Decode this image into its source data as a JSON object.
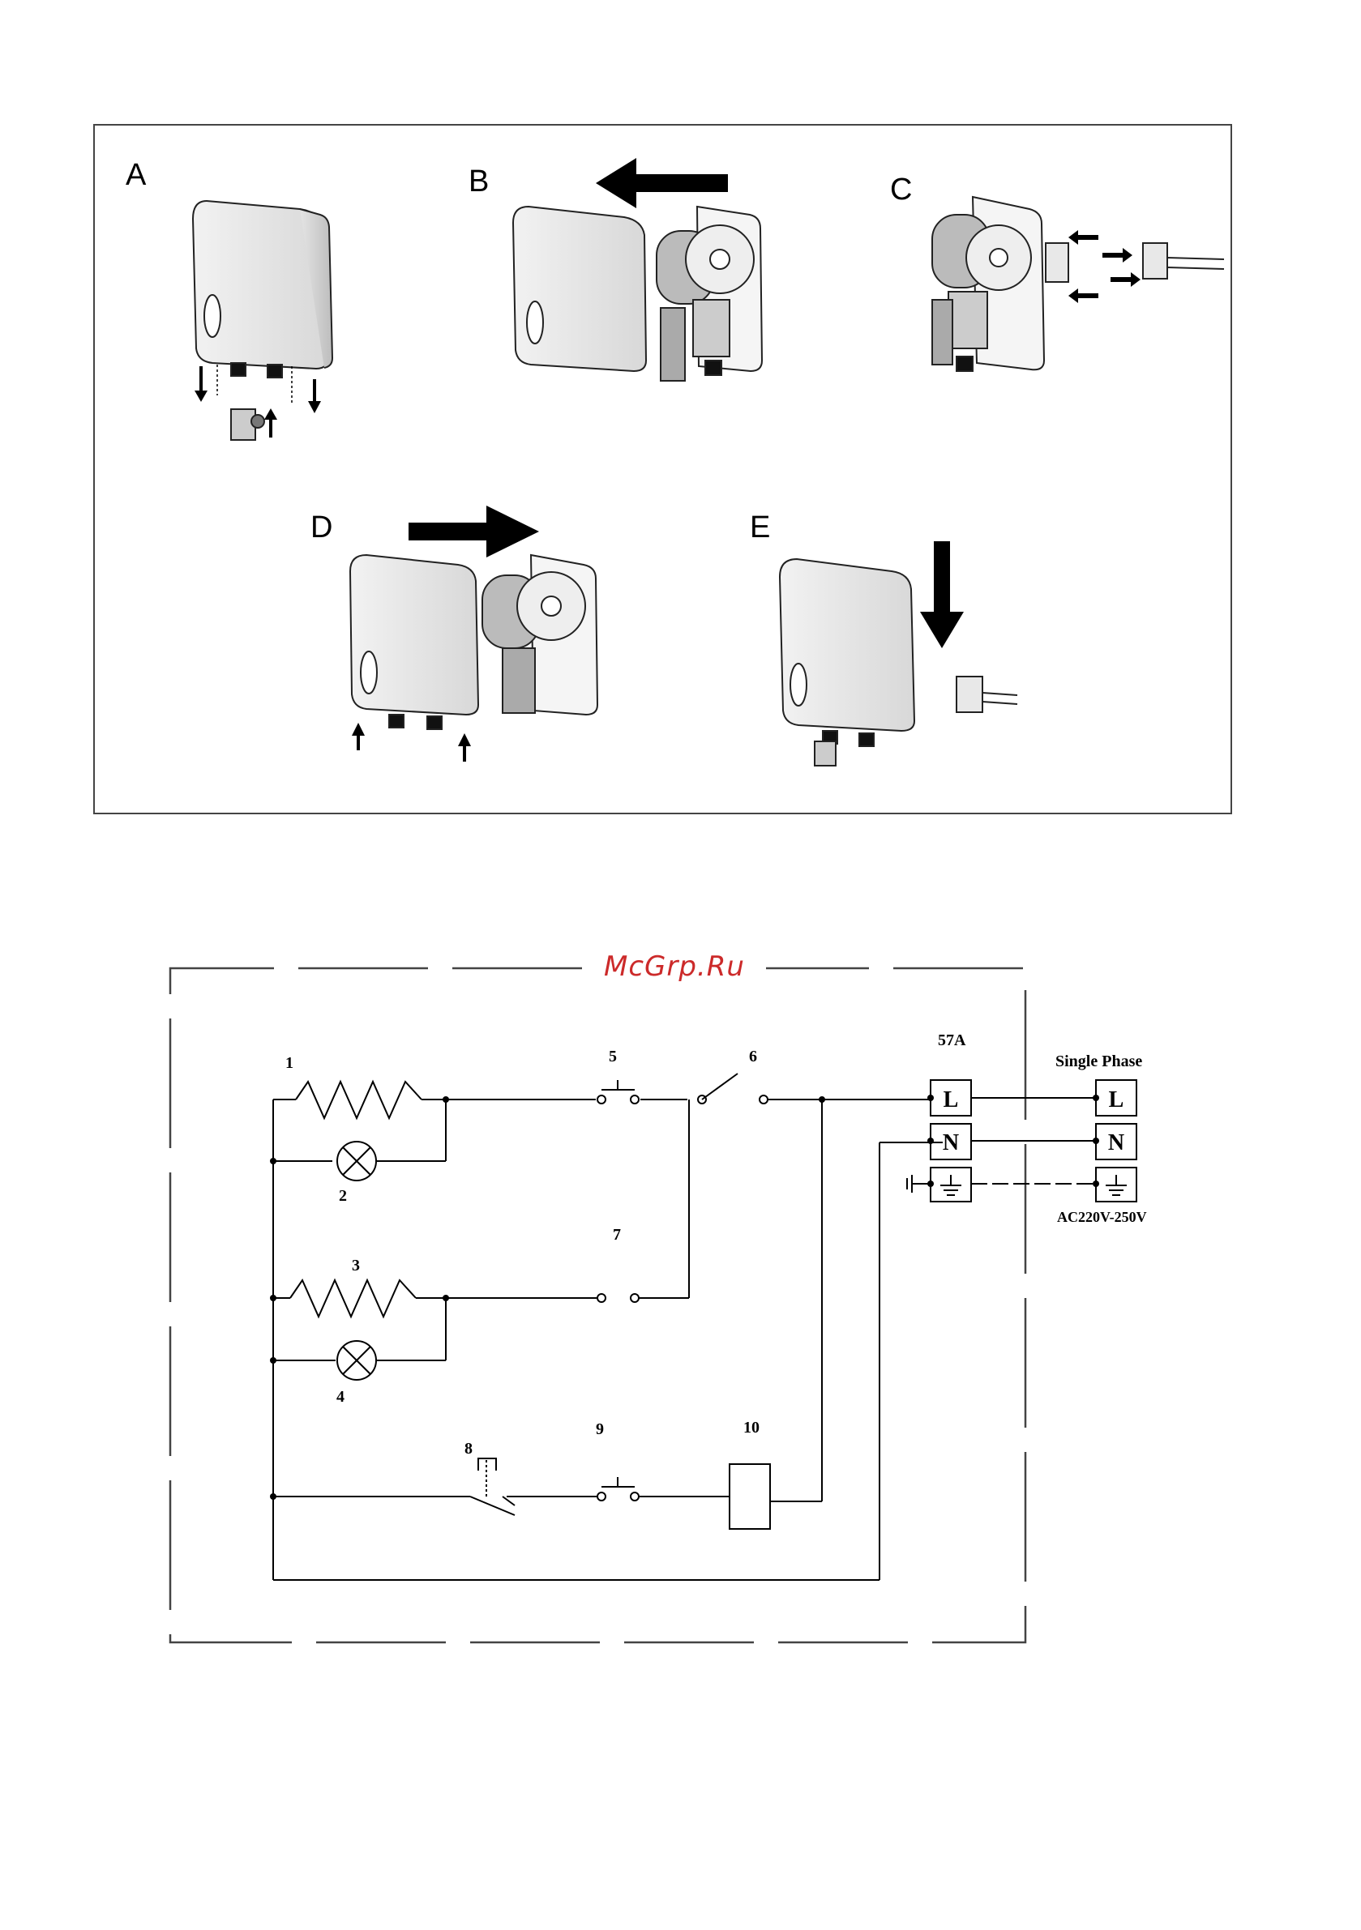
{
  "watermark": "McGrp.Ru",
  "steps": {
    "a": "A",
    "b": "B",
    "c": "C",
    "d": "D",
    "e": "E"
  },
  "wiring": {
    "labels": {
      "n1": "1",
      "n2": "2",
      "n3": "3",
      "n4": "4",
      "n5": "5",
      "n6": "6",
      "n7": "7",
      "n8": "8",
      "n9": "9",
      "n10": "10"
    },
    "breaker": "57A",
    "supply_title": "Single Phase",
    "supply_voltage": "AC220V-250V",
    "terminal_l": "L",
    "terminal_n": "N"
  },
  "colors": {
    "line": "#000000",
    "frame": "#444444",
    "watermark": "#cc2a2a"
  }
}
